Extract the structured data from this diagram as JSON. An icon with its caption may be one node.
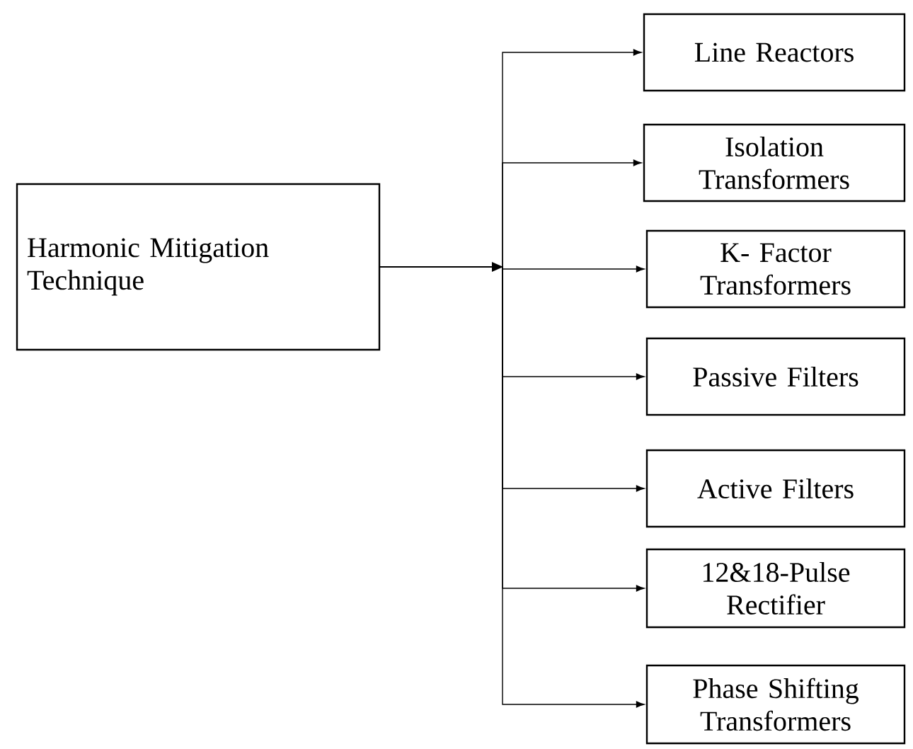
{
  "diagram": {
    "nodes": [
      {
        "text": [
          "Harmonic Mitigation Technique"
        ]
      },
      {
        "text": [
          "Line Reactors"
        ]
      },
      {
        "text": [
          "Isolation Transformers"
        ]
      },
      {
        "text": [
          "K- Factor Transformers"
        ]
      },
      {
        "text": [
          "Passive Filters"
        ]
      },
      {
        "text": [
          "Active Filters"
        ]
      },
      {
        "text": [
          "12&18-Pulse Rectifier"
        ]
      },
      {
        "text": [
          "Phase Shifting Transformers"
        ]
      }
    ],
    "edges": [
      {
        "from": 0,
        "to": 1,
        "arrow": "to"
      },
      {
        "from": 0,
        "to": 2,
        "arrow": "to"
      },
      {
        "from": 0,
        "to": 3,
        "arrow": "to"
      },
      {
        "from": 0,
        "to": 4,
        "arrow": "to"
      },
      {
        "from": 0,
        "to": 5,
        "arrow": "to"
      },
      {
        "from": 0,
        "to": 6,
        "arrow": "to"
      },
      {
        "from": 0,
        "to": 7,
        "arrow": "to"
      }
    ]
  }
}
